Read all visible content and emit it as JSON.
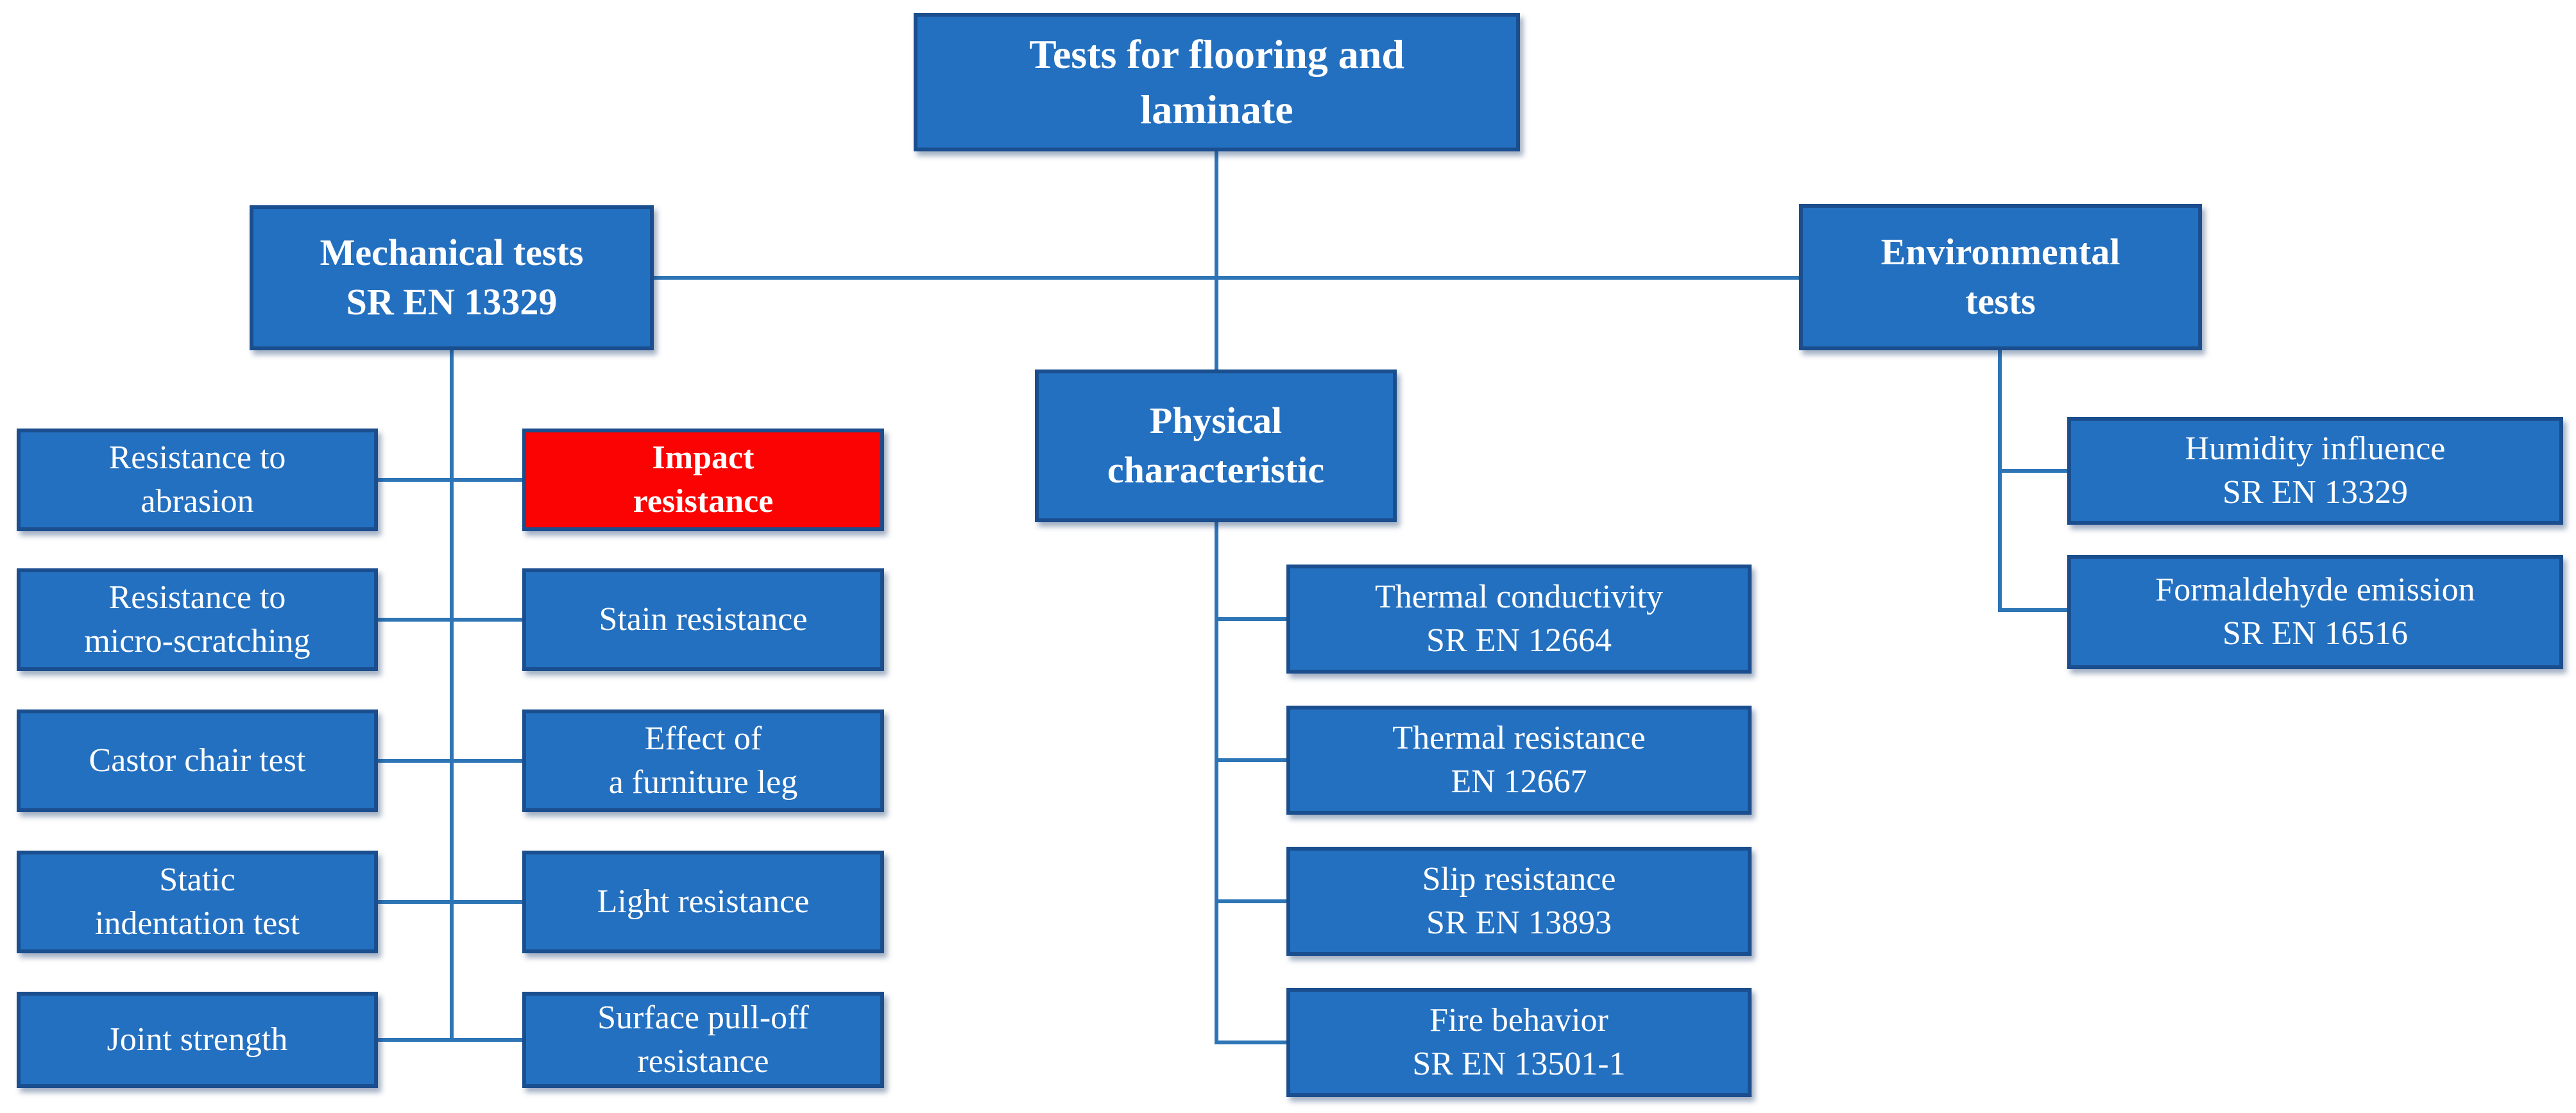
{
  "colors": {
    "box_fill": "#2470C0",
    "box_border": "#1A4E8E",
    "connector": "#2E75B6",
    "highlight_fill": "#FC0303",
    "text": "#FFFFFF"
  },
  "root": {
    "label": "Tests for flooring and\nlaminate"
  },
  "mechanical": {
    "label": "Mechanical tests\nSR EN 13329",
    "left": [
      {
        "label": "Resistance to\nabrasion"
      },
      {
        "label": "Resistance to\nmicro-scratching"
      },
      {
        "label": "Castor chair test"
      },
      {
        "label": "Static\nindentation test"
      },
      {
        "label": "Joint strength"
      }
    ],
    "right": [
      {
        "label": "Impact\nresistance",
        "highlighted": true
      },
      {
        "label": "Stain resistance"
      },
      {
        "label": "Effect of\na furniture leg"
      },
      {
        "label": "Light resistance"
      },
      {
        "label": "Surface pull-off\nresistance"
      }
    ]
  },
  "physical": {
    "label": "Physical\ncharacteristic",
    "children": [
      {
        "label": "Thermal conductivity\nSR EN 12664"
      },
      {
        "label": "Thermal resistance\nEN 12667"
      },
      {
        "label": "Slip resistance\nSR EN 13893"
      },
      {
        "label": "Fire behavior\nSR EN 13501-1"
      }
    ]
  },
  "environmental": {
    "label": "Environmental\ntests",
    "children": [
      {
        "label": "Humidity influence\nSR EN 13329"
      },
      {
        "label": "Formaldehyde emission\nSR EN 16516"
      }
    ]
  }
}
